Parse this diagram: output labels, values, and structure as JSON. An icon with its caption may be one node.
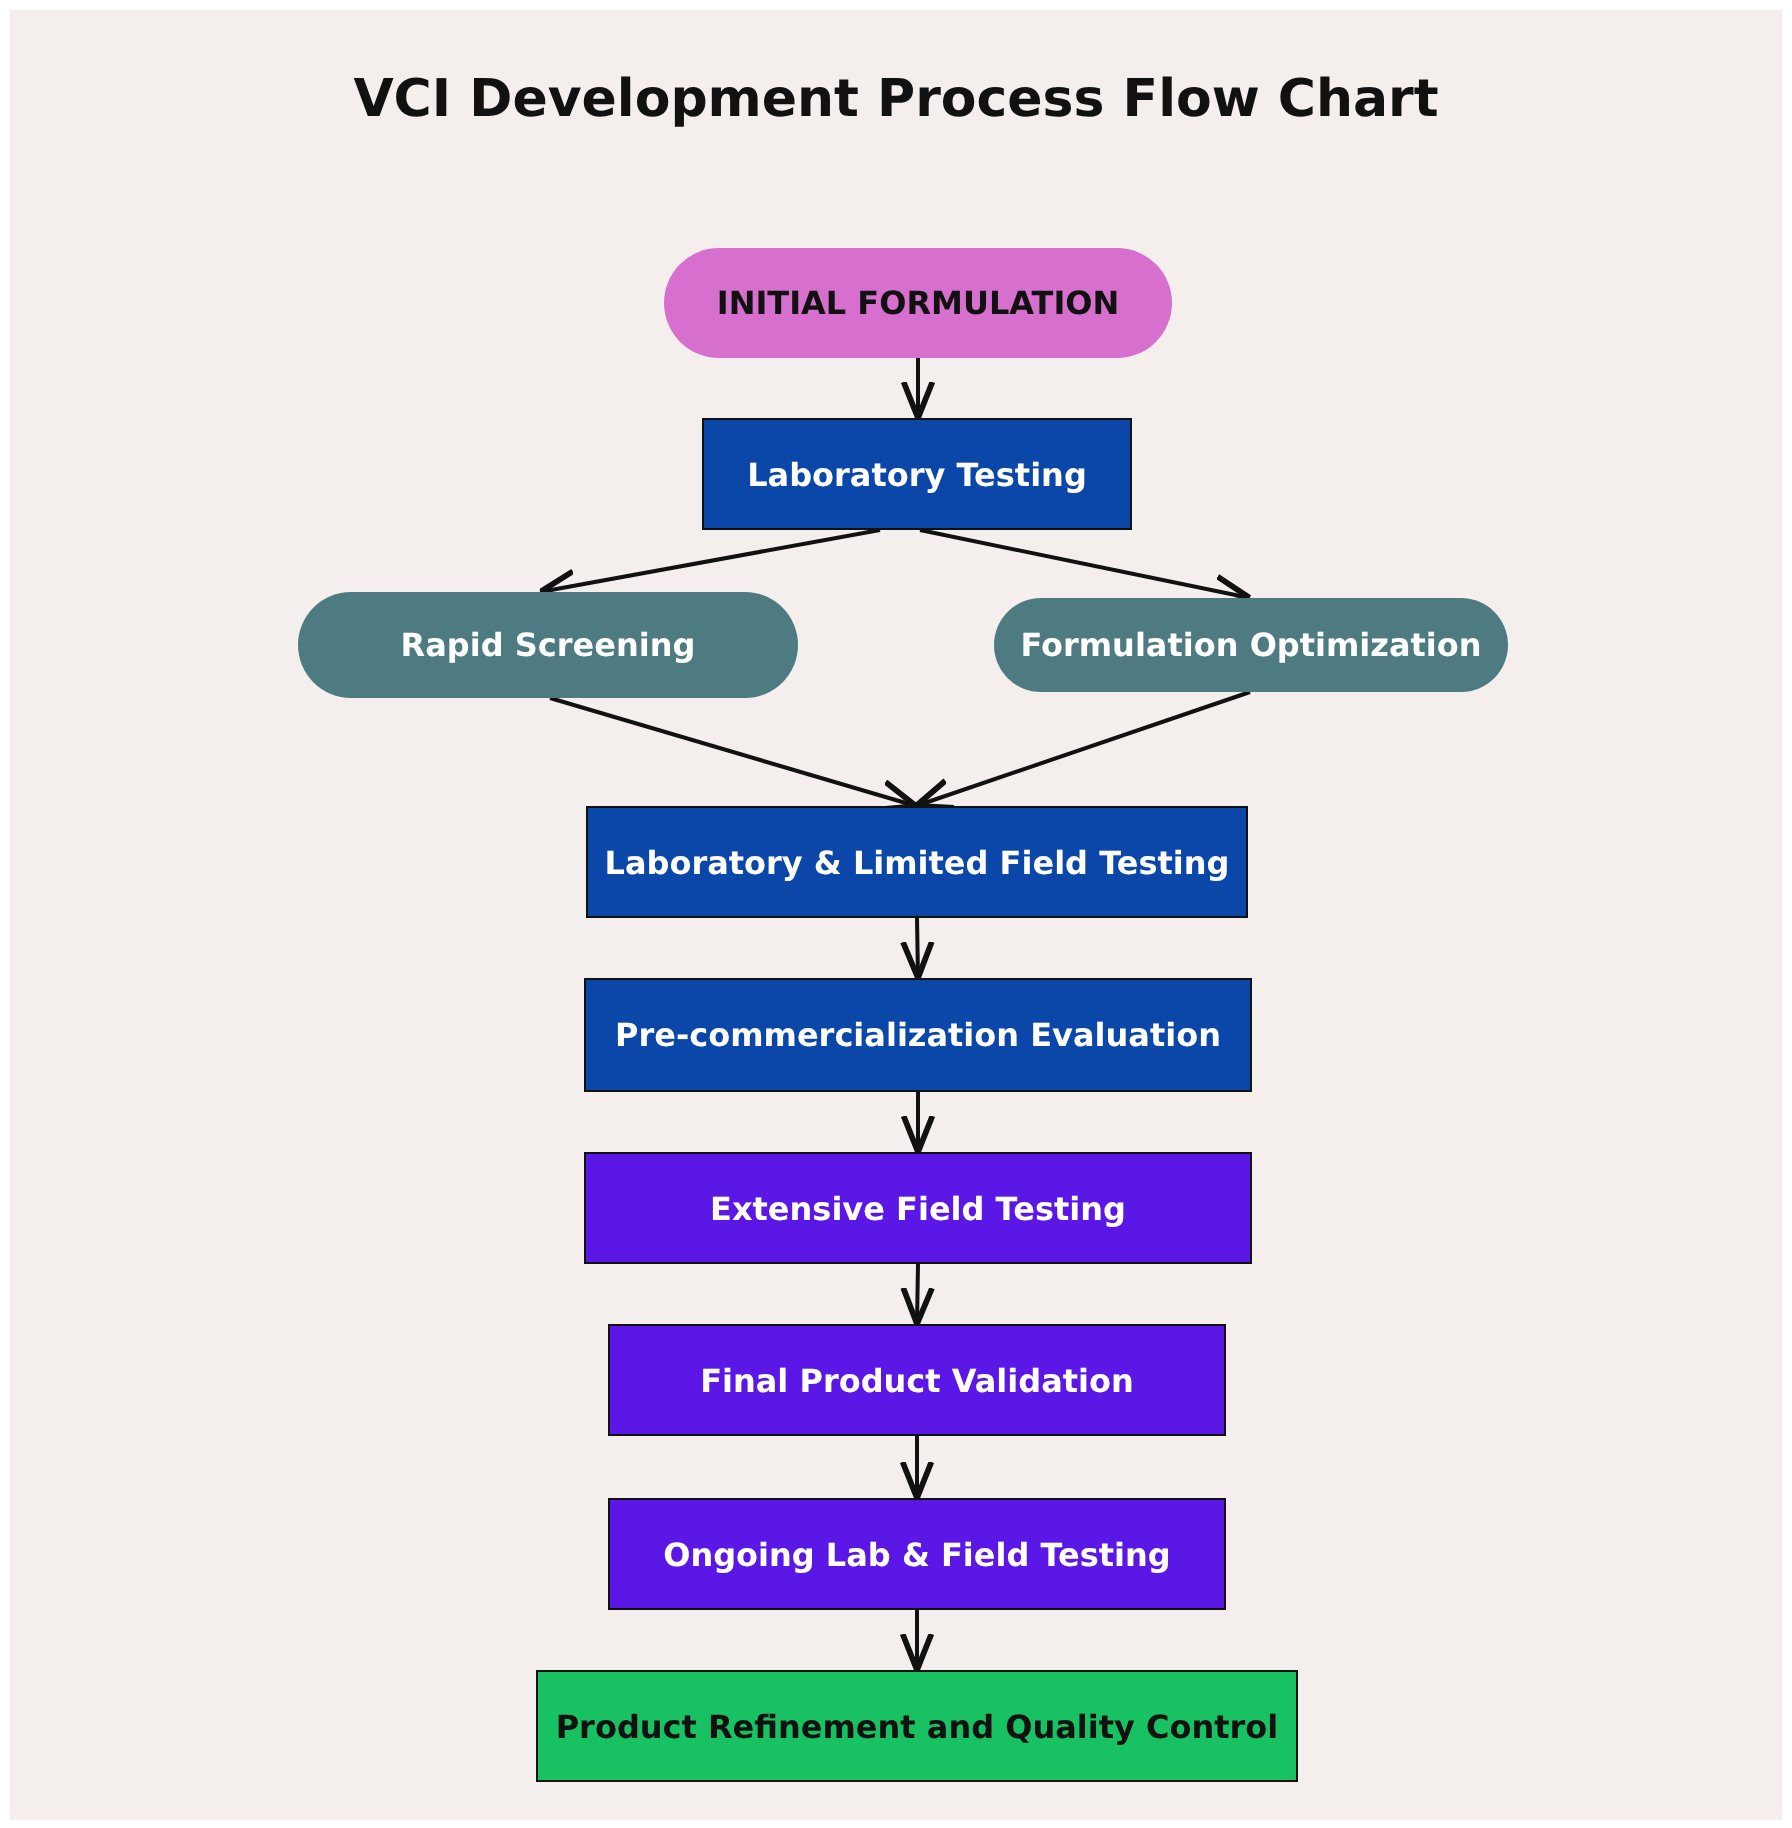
{
  "diagram": {
    "title": "VCI Development Process Flow Chart",
    "nodes": [
      {
        "text": [
          "INITIAL FORMULATION"
        ]
      },
      {
        "text": [
          "Laboratory Testing"
        ]
      },
      {
        "text": [
          "Rapid Screening"
        ]
      },
      {
        "text": [
          "Formulation Optimization"
        ]
      },
      {
        "text": [
          "Laboratory & Limited Field Testing"
        ]
      },
      {
        "text": [
          "Pre-commercialization Evaluation"
        ]
      },
      {
        "text": [
          "Extensive Field Testing"
        ]
      },
      {
        "text": [
          "Final Product Validation"
        ]
      },
      {
        "text": [
          "Ongoing Lab & Field Testing"
        ]
      },
      {
        "text": [
          "Product Refinement and Quality Control"
        ]
      }
    ],
    "edges": [
      {
        "from": 0,
        "to": 1,
        "arrow": "to"
      },
      {
        "from": 1,
        "to": 2,
        "arrow": "to"
      },
      {
        "from": 1,
        "to": 3,
        "arrow": "to"
      },
      {
        "from": 2,
        "to": 4,
        "arrow": "to"
      },
      {
        "from": 3,
        "to": 4,
        "arrow": "to"
      },
      {
        "from": 4,
        "to": 5,
        "arrow": "to"
      },
      {
        "from": 5,
        "to": 6,
        "arrow": "to"
      },
      {
        "from": 6,
        "to": 7,
        "arrow": "to"
      },
      {
        "from": 7,
        "to": 8,
        "arrow": "to"
      },
      {
        "from": 8,
        "to": 9,
        "arrow": "to"
      }
    ]
  }
}
